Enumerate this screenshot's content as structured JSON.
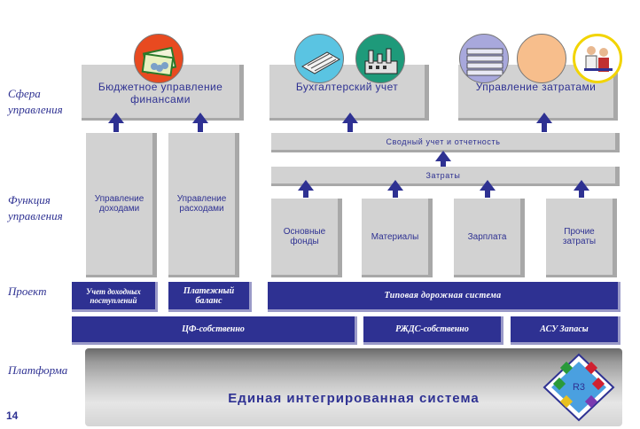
{
  "side_labels": {
    "sphere": "Сфера управления",
    "function": "Функция управления",
    "project": "Проект",
    "platform": "Платформа"
  },
  "top_boxes": {
    "budget": "Бюджетное управление финансами",
    "accounting": "Бухгалтерский учет",
    "costs": "Управление затратами"
  },
  "function_columns": {
    "income": "Управление доходами",
    "expenses": "Управление расходами",
    "fixed_assets": "Основные фонды",
    "materials": "Материалы",
    "salary": "Зарплата",
    "other_costs": "Прочие затраты"
  },
  "bars": {
    "consolidated": "Сводный учет и отчетность",
    "costs": "Затраты"
  },
  "projects": {
    "income_accounting": "Учет доходных поступлений",
    "payment_balance": "Платежный баланс",
    "road_system": "Типовая дорожная система",
    "cf_own": "ЦФ-собственно",
    "rzhds_own": "РЖДС-собственно",
    "asu_stock": "АСУ Запасы"
  },
  "platform": {
    "name": "Единая интегрированная система",
    "logo_text": "R3"
  },
  "page_number": "14",
  "colors": {
    "navy": "#2e3192",
    "box_gray": "#d2d2d2",
    "shadow_gray": "#a8a8a8"
  },
  "icons": [
    "money-icon",
    "keyboard-icon",
    "factory-icon",
    "server-racks-icon",
    "blank-circle-icon",
    "scientists-icon",
    "r3-logo-icon"
  ]
}
